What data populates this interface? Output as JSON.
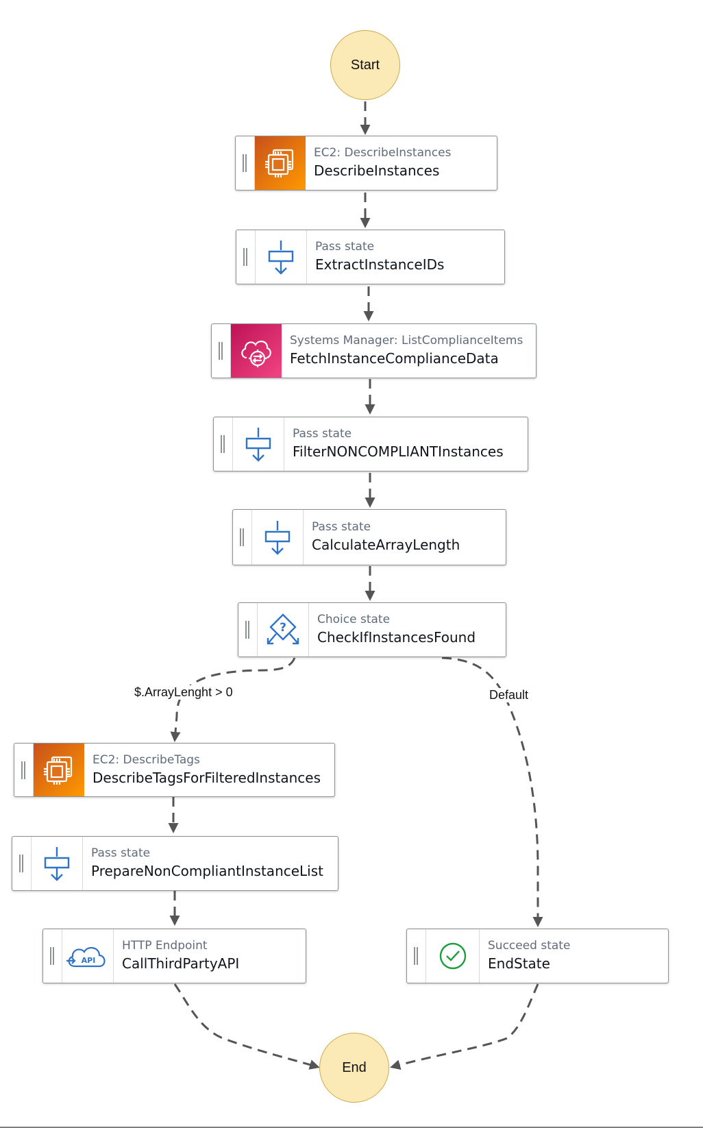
{
  "start_label": "Start",
  "end_label": "End",
  "states": [
    {
      "id": "describe_instances",
      "type": "EC2: DescribeInstances",
      "name": "DescribeInstances",
      "icon": "ec2-icon"
    },
    {
      "id": "extract_instance_ids",
      "type": "Pass state",
      "name": "ExtractInstanceIDs",
      "icon": "pass-state-icon"
    },
    {
      "id": "fetch_compliance",
      "type": "Systems Manager: ListComplianceItems",
      "name": "FetchInstanceComplianceData",
      "icon": "systems-manager-icon"
    },
    {
      "id": "filter_noncompliant",
      "type": "Pass state",
      "name": "FilterNONCOMPLIANTInstances",
      "icon": "pass-state-icon"
    },
    {
      "id": "calculate_length",
      "type": "Pass state",
      "name": "CalculateArrayLength",
      "icon": "pass-state-icon"
    },
    {
      "id": "check_found",
      "type": "Choice state",
      "name": "CheckIfInstancesFound",
      "icon": "choice-state-icon"
    },
    {
      "id": "describe_tags",
      "type": "EC2: DescribeTags",
      "name": "DescribeTagsForFilteredInstances",
      "icon": "ec2-icon"
    },
    {
      "id": "prepare_list",
      "type": "Pass state",
      "name": "PrepareNonCompliantInstanceList",
      "icon": "pass-state-icon"
    },
    {
      "id": "call_api",
      "type": "HTTP Endpoint",
      "name": "CallThirdPartyAPI",
      "icon": "http-endpoint-api-icon"
    },
    {
      "id": "end_state",
      "type": "Succeed state",
      "name": "EndState",
      "icon": "succeed-check-icon"
    }
  ],
  "edges": [
    {
      "from": "start",
      "to": "describe_instances",
      "label": ""
    },
    {
      "from": "describe_instances",
      "to": "extract_instance_ids",
      "label": ""
    },
    {
      "from": "extract_instance_ids",
      "to": "fetch_compliance",
      "label": ""
    },
    {
      "from": "fetch_compliance",
      "to": "filter_noncompliant",
      "label": ""
    },
    {
      "from": "filter_noncompliant",
      "to": "calculate_length",
      "label": ""
    },
    {
      "from": "calculate_length",
      "to": "check_found",
      "label": ""
    },
    {
      "from": "check_found",
      "to": "describe_tags",
      "label": "$.ArrayLenght > 0"
    },
    {
      "from": "check_found",
      "to": "end_state",
      "label": "Default"
    },
    {
      "from": "describe_tags",
      "to": "prepare_list",
      "label": ""
    },
    {
      "from": "prepare_list",
      "to": "call_api",
      "label": ""
    },
    {
      "from": "call_api",
      "to": "end",
      "label": ""
    },
    {
      "from": "end_state",
      "to": "end",
      "label": ""
    }
  ],
  "colors": {
    "circle_fill": "#fbe9b6",
    "circle_border": "#cfa84c",
    "edge": "#555555",
    "ec2_gradient": [
      "#c8511b",
      "#ff9900"
    ],
    "ssm_gradient": [
      "#bc1356",
      "#f34482"
    ],
    "pass_icon_blue": "#2f73c6",
    "succeed_green": "#1c9e3c"
  }
}
